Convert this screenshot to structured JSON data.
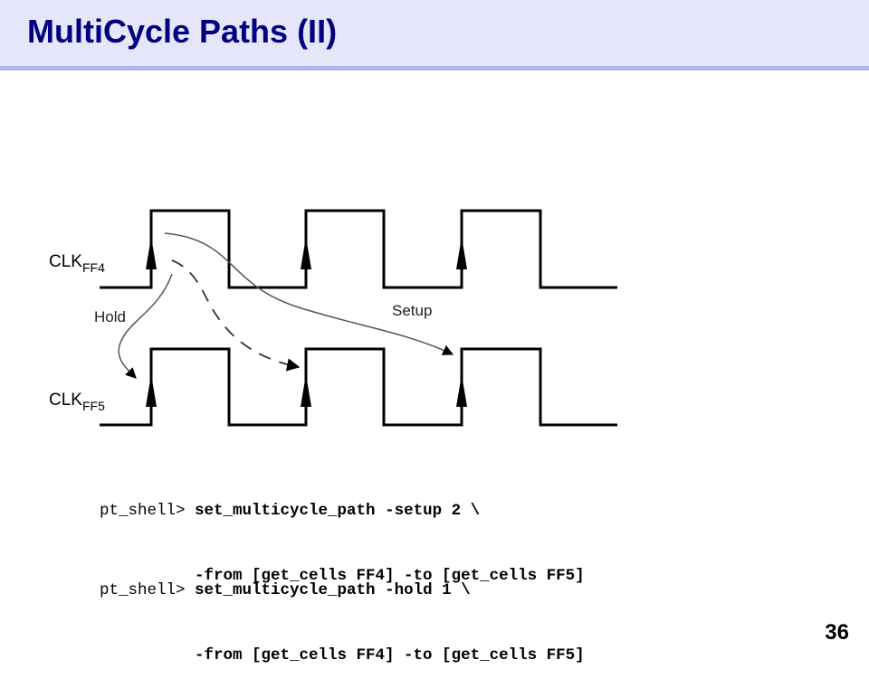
{
  "slide": {
    "title": "MultiCycle Paths (II)",
    "page_number": "36"
  },
  "diagram": {
    "clock_top": {
      "base": "CLK",
      "sub": "FF4"
    },
    "clock_bottom": {
      "base": "CLK",
      "sub": "FF5"
    },
    "hold_label": "Hold",
    "setup_label": "Setup"
  },
  "commands": [
    {
      "prompt": "pt_shell> ",
      "line1": "set_multicycle_path -setup 2 \\",
      "line2": "          -from [get_cells FF4] -to [get_cells FF5]"
    },
    {
      "prompt": "pt_shell> ",
      "line1": "set_multicycle_path -hold 1 \\",
      "line2": "          -from [get_cells FF4] -to [get_cells FF5]"
    }
  ]
}
